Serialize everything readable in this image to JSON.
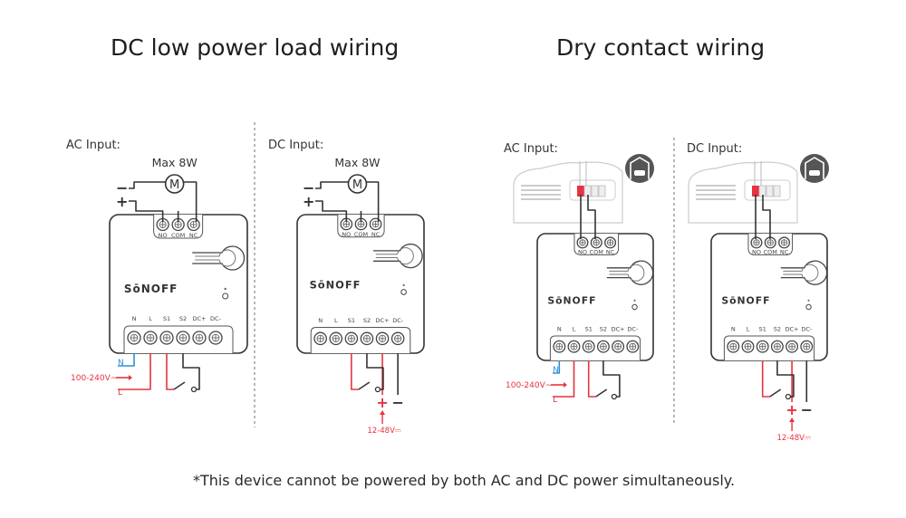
{
  "titles": {
    "left": "DC low power load wiring",
    "right": "Dry contact wiring"
  },
  "footnote": "*This device cannot be powered by both AC and DC power simultaneously.",
  "colors": {
    "line_live": "#e53340",
    "line_neutral": "#2e8fd6",
    "wire": "#333333",
    "divider": "#999999",
    "icon_bg": "#555555"
  },
  "panels": [
    {
      "label": "AC Input:",
      "load_label": "Max 8W",
      "motor_symbol": "M",
      "minus": "−",
      "plus": "+",
      "top_terminals": [
        "NO",
        "COM",
        "NC"
      ],
      "bottom_terminals": [
        "N",
        "L",
        "S1",
        "S2",
        "DC+",
        "DC-"
      ],
      "brand": "Sonoff",
      "supply_label": "100-240V~",
      "n_label": "N",
      "l_label": "L"
    },
    {
      "label": "DC Input:",
      "load_label": "Max 8W",
      "motor_symbol": "M",
      "minus": "−",
      "plus": "+",
      "top_terminals": [
        "NO",
        "COM",
        "NC"
      ],
      "bottom_terminals": [
        "N",
        "L",
        "S1",
        "S2",
        "DC+",
        "DC-"
      ],
      "brand": "Sonoff",
      "supply_label": "12-48V⎓",
      "dc_plus": "+",
      "dc_minus": "−"
    },
    {
      "label": "AC Input:",
      "icon": "garage-door-icon",
      "top_terminals": [
        "NO",
        "COM",
        "NC"
      ],
      "bottom_terminals": [
        "N",
        "L",
        "S1",
        "S2",
        "DC+",
        "DC-"
      ],
      "brand": "Sonoff",
      "supply_label": "100-240V~",
      "n_label": "N",
      "l_label": "L"
    },
    {
      "label": "DC Input:",
      "icon": "garage-door-icon",
      "top_terminals": [
        "NO",
        "COM",
        "NC"
      ],
      "bottom_terminals": [
        "N",
        "L",
        "S1",
        "S2",
        "DC+",
        "DC-"
      ],
      "brand": "Sonoff",
      "supply_label": "12-48V⎓",
      "dc_plus": "+",
      "dc_minus": "−"
    }
  ]
}
